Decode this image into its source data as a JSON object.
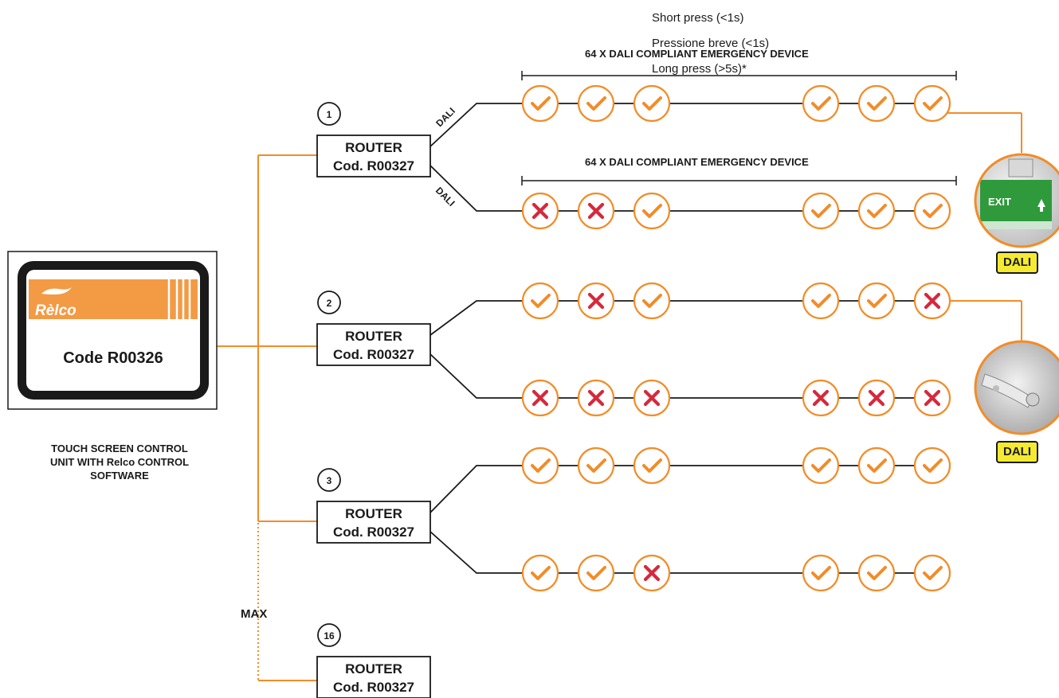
{
  "controller": {
    "brand": "Rèlco",
    "code_label": "Code R00326",
    "caption": "TOUCH SCREEN CONTROL\nUNIT WITH Relco CONTROL\nSOFTWARE"
  },
  "max_label": "MAX",
  "press_labels": {
    "short": "Short press  (<1s)",
    "pressione": "Pressione breve (<1s)",
    "long": "Long press (>5s)*"
  },
  "bus_titles": [
    "64 X DALI COMPLIANT EMERGENCY DEVICE",
    "64 X DALI COMPLIANT EMERGENCY DEVICE"
  ],
  "bus_line_labels": [
    "DALI",
    "DALI"
  ],
  "routers": [
    {
      "number": "1",
      "title": "ROUTER",
      "code": "Cod. R00327"
    },
    {
      "number": "2",
      "title": "ROUTER",
      "code": "Cod. R00327"
    },
    {
      "number": "3",
      "title": "ROUTER",
      "code": "Cod. R00327"
    },
    {
      "number": "16",
      "title": "ROUTER",
      "code": "Cod. R00327"
    }
  ],
  "device_rows": [
    [
      "ok",
      "ok",
      "ok",
      "ok",
      "ok",
      "ok"
    ],
    [
      "fail",
      "fail",
      "ok",
      "ok",
      "ok",
      "ok"
    ],
    [
      "ok",
      "fail",
      "ok",
      "ok",
      "ok",
      "fail"
    ],
    [
      "fail",
      "fail",
      "fail",
      "fail",
      "fail",
      "fail"
    ],
    [
      "ok",
      "ok",
      "ok",
      "ok",
      "ok",
      "ok"
    ],
    [
      "ok",
      "ok",
      "fail",
      "ok",
      "ok",
      "ok"
    ]
  ],
  "device_photos": [
    {
      "sign_text": "EXIT",
      "badge": "DALI"
    },
    {
      "badge": "DALI"
    }
  ],
  "colors": {
    "orange": "#f28c28",
    "fail_red": "#d42a3c",
    "badge_yellow": "#f4ea32",
    "line": "#1a1a1a"
  }
}
